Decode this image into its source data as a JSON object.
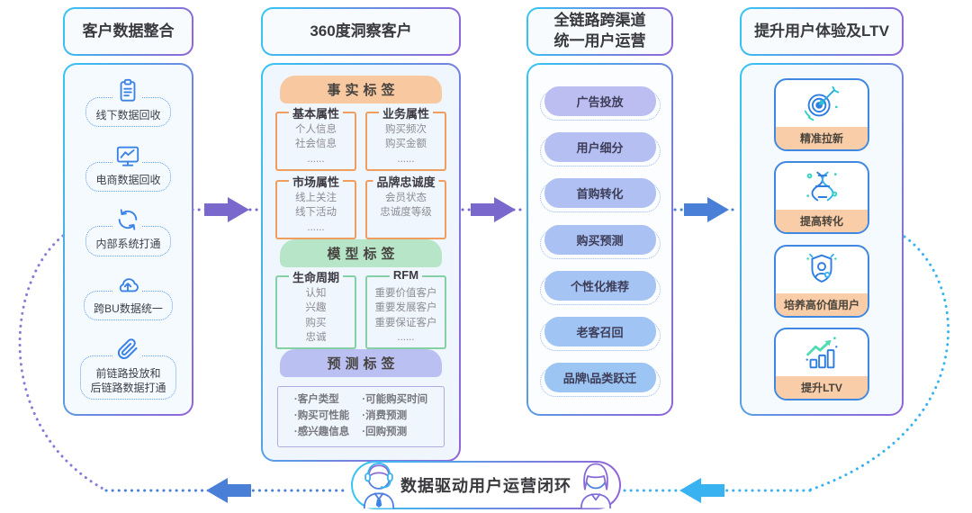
{
  "columns": [
    {
      "header": "客户数据整合",
      "items": [
        {
          "icon": "clipboard-icon",
          "label": "线下数据回收"
        },
        {
          "icon": "monitor-chart-icon",
          "label": "电商数据回收"
        },
        {
          "icon": "sync-icon",
          "label": "内部系统打通"
        },
        {
          "icon": "cloud-upload-icon",
          "label": "跨BU数据统一"
        },
        {
          "icon": "paperclip-icon",
          "label": "前链路投放和\n后链路数据打通"
        }
      ]
    },
    {
      "header": "360度洞察客户",
      "sections": [
        {
          "title": "事实标签",
          "groups": [
            {
              "title": "基本属性",
              "items": [
                "个人信息",
                "社会信息",
                "......"
              ]
            },
            {
              "title": "业务属性",
              "items": [
                "购买频次",
                "购买金额",
                "......"
              ]
            },
            {
              "title": "市场属性",
              "items": [
                "线上关注",
                "线下活动",
                "......"
              ]
            },
            {
              "title": "品牌忠诚度",
              "items": [
                "会员状态",
                "忠诚度等级"
              ]
            }
          ]
        },
        {
          "title": "模型标签",
          "groups": [
            {
              "title": "生命周期",
              "items": [
                "认知",
                "兴趣",
                "购买",
                "忠诚"
              ]
            },
            {
              "title": "RFM",
              "items": [
                "重要价值客户",
                "重要发展客户",
                "重要保证客户",
                "......"
              ]
            }
          ]
        },
        {
          "title": "预测标签",
          "bullets_left": [
            "·客户类型",
            "·购买可性能",
            "·感兴趣信息"
          ],
          "bullets_right": [
            "·可能购买时间",
            "·消费预测",
            "·回购预测"
          ]
        }
      ]
    },
    {
      "header": "全链路跨渠道\n统一用户运营",
      "pills": [
        "广告投放",
        "用户细分",
        "首购转化",
        "购买预测",
        "个性化推荐",
        "老客召回",
        "品牌\\品类跃迁"
      ]
    },
    {
      "header": "提升用户体验及LTV",
      "cards": [
        {
          "icon": "target-dart-icon",
          "label": "精准拉新"
        },
        {
          "icon": "dna-icon",
          "label": "提高转化"
        },
        {
          "icon": "shield-user-icon",
          "label": "培养高价值用户"
        },
        {
          "icon": "bar-chart-up-icon",
          "label": "提升LTV"
        }
      ]
    }
  ],
  "footer": {
    "label": "数据驱动用户运营闭环"
  },
  "colors": {
    "border_gradient_start": "#35c6f4",
    "border_gradient_end": "#9165d8",
    "arrow_purple": "#7a68cc",
    "arrow_blue": "#4a7fd8",
    "arrow_light_blue": "#38b2f0",
    "fact_tag_bg": "#f8c9a1",
    "fact_box_border": "#f09d60",
    "model_tag_bg": "#b7e5c8",
    "model_box_border": "#85d0a5",
    "predict_tag_bg": "#bac1f2",
    "predict_box_border": "#b2abe2",
    "operation_pill_bg": "#b0c0f2",
    "card_border": "#3f87e0",
    "card_label_bg": "#f8cda7",
    "icon_blue": "#3b82e6",
    "icon_teal": "#2fc8c8"
  }
}
